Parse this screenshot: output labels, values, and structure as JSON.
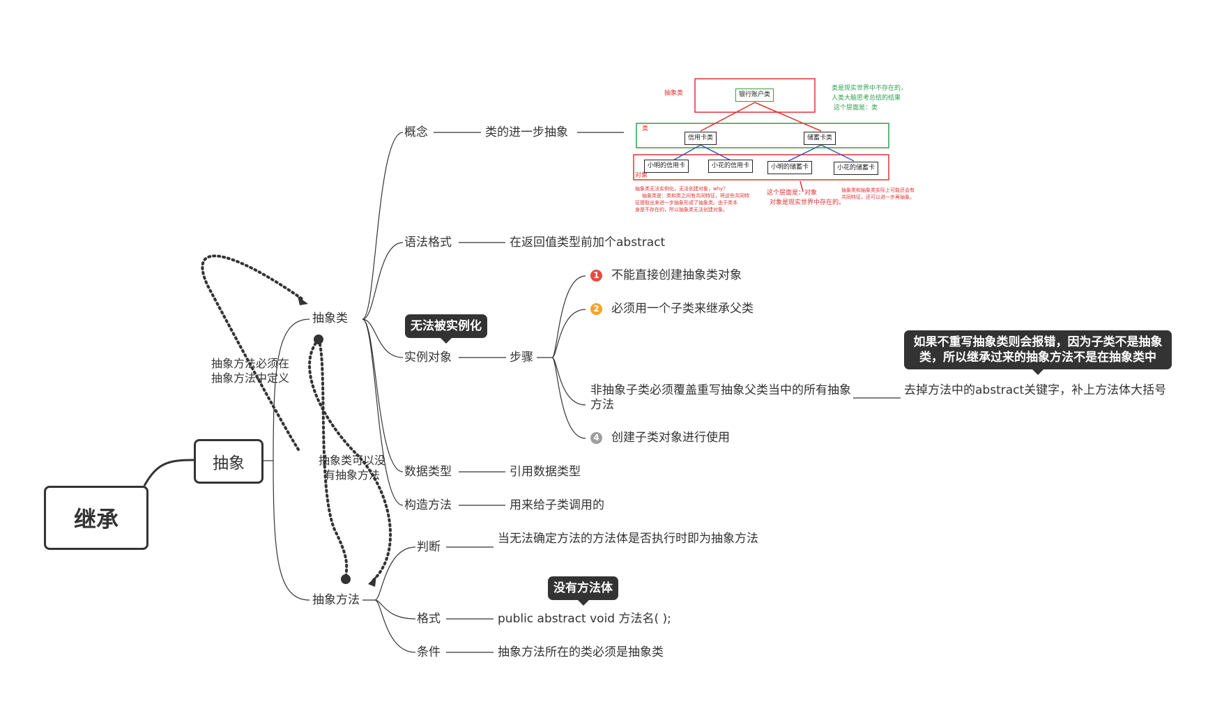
{
  "root": {
    "label": "继承"
  },
  "main": {
    "label": "抽象"
  },
  "abstract_class": {
    "label": "抽象类",
    "concept": {
      "label": "概念",
      "detail": "类的进一步抽象"
    },
    "syntax": {
      "label": "语法格式",
      "detail": "在返回值类型前加个abstract"
    },
    "instance": {
      "label": "实例对象",
      "callout": "无法被实例化",
      "steps": {
        "label": "步骤",
        "items": [
          {
            "marker": "1",
            "marker_color": "#e84b3c",
            "text": "不能直接创建抽象类对象"
          },
          {
            "marker": "2",
            "marker_color": "#f5a623",
            "text": "必须用一个子类来继承父类"
          },
          {
            "marker": "",
            "marker_color": "",
            "text": "非抽象子类必须覆盖重写抽象父类当中的所有抽象方法"
          },
          {
            "marker": "4",
            "marker_color": "#9e9e9e",
            "text": "创建子类对象进行使用"
          }
        ],
        "override_detail": "去掉方法中的abstract关键字，补上方法体大括号",
        "override_callout": "如果不重写抽象类则会报错，因为子类不是抽象类，所以继承过来的抽象方法不是在抽象类中"
      }
    },
    "datatype": {
      "label": "数据类型",
      "detail": "引用数据类型"
    },
    "constructor": {
      "label": "构造方法",
      "detail": "用来给子类调用的"
    }
  },
  "abstract_method": {
    "label": "抽象方法",
    "judge": {
      "label": "判断",
      "detail": "当无法确定方法的方法体是否执行时即为抽象方法"
    },
    "format": {
      "label": "格式",
      "detail": "public abstract void 方法名( );",
      "callout": "没有方法体"
    },
    "condition": {
      "label": "条件",
      "detail": "抽象方法所在的类必须是抽象类"
    }
  },
  "relations": {
    "method_in_class": "抽象方法必须在抽象方法中定义",
    "class_without_method": "抽象类可以没有抽象方法"
  },
  "embedded_image": {
    "abstract_label": "抽象类",
    "bank_account": "银行账户类",
    "class_label": "类",
    "credit_card": "信用卡类",
    "savings_card": "储蓄卡类",
    "object_label": "对象",
    "objects": [
      "小明的信用卡",
      "小花的信用卡",
      "小明的储蓄卡",
      "小花的储蓄卡"
    ],
    "note_right": [
      "类是现实世界中不存在的，",
      "人类大脑思考总结的结果",
      "这个层面是：类"
    ],
    "note_bottom_left": [
      "抽象类无法实例化，无法创建对象，why？",
      "抽象类是：类和类之间有共同特征，将这些共同特",
      "征提取出来进一步抽象形成了抽象类。由于类本",
      "身是不存在的，所以抽象类无法创建对象。"
    ],
    "note_bottom_mid": [
      "这个层面是：对象",
      "对象是现实世界中存在的。"
    ],
    "note_bottom_right": [
      "抽象类和抽象类实际上可能还会有",
      "共同特征，还可以进一步再抽象。"
    ]
  },
  "colors": {
    "line": "#333333",
    "red": "#e03030",
    "green": "#2e9e4e",
    "blue": "#3a56b0"
  }
}
